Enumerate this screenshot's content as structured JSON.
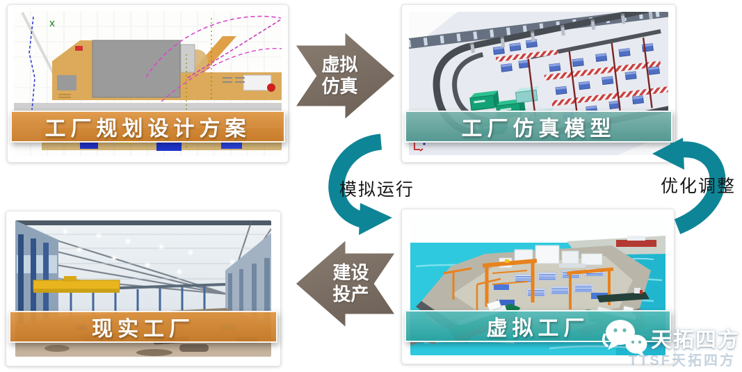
{
  "cards": {
    "plan": {
      "label": "工厂规划设计方案",
      "accent": "#d6863a"
    },
    "sim": {
      "label": "工厂仿真模型",
      "accent": "#57a49d"
    },
    "real": {
      "label": "现实工厂",
      "accent": "#d6863a"
    },
    "virtual": {
      "label": "虚拟工厂",
      "accent": "#3ab4b0"
    }
  },
  "arrows": {
    "virtual_sim": {
      "line1": "虚拟",
      "line2": "仿真",
      "color": "#7b6d63"
    },
    "sim_run": {
      "label": "模拟运行",
      "color": "#0e8596"
    },
    "optimize": {
      "label": "优化调整",
      "color": "#0e8596"
    },
    "build": {
      "line1": "建设",
      "line2": "投产",
      "color": "#7b6d63"
    }
  },
  "watermark": {
    "account_name": "天拓四方",
    "logo_text": "TTSF天拓四方",
    "icon": "wechat-icon"
  }
}
